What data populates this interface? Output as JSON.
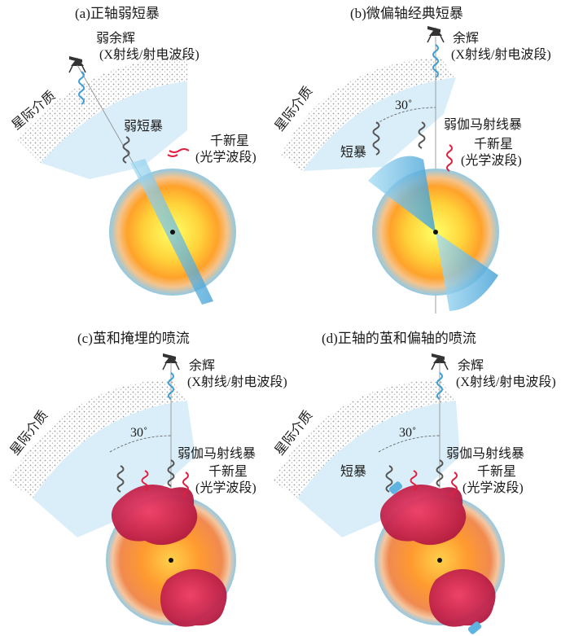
{
  "panels": {
    "a": {
      "title": "(a)正轴弱短暴",
      "afterglow": "弱余辉",
      "band_xradio": "(X射线/射电波段)",
      "ism": "星际介质",
      "burst": "弱短暴",
      "kilonova": "千新星",
      "optical": "(光学波段)"
    },
    "b": {
      "title": "(b)微偏轴经典短暴",
      "afterglow": "余辉",
      "band_xradio": "(X射线/射电波段)",
      "ism": "星际介质",
      "angle": "30˚",
      "grb": "弱伽马射线暴",
      "burst": "短暴",
      "kilonova": "千新星",
      "optical": "(光学波段)"
    },
    "c": {
      "title": "(c)茧和掩埋的喷流",
      "afterglow": "余辉",
      "band_xradio": "(X射线/射电波段)",
      "ism": "星际介质",
      "angle": "30˚",
      "grb": "弱伽马射线暴",
      "kilonova": "千新星",
      "optical": "(光学波段)"
    },
    "d": {
      "title": "(d)正轴的茧和偏轴的喷流",
      "afterglow": "余辉",
      "band_xradio": "(X射线/射电波段)",
      "ism": "星际介质",
      "angle": "30˚",
      "grb": "弱伽马射线暴",
      "burst": "短暴",
      "kilonova": "千新星",
      "optical": "(光学波段)"
    }
  },
  "colors": {
    "ism_dots": "#9a9a9a",
    "shell": "#cde6f4",
    "star_core": "#ffff55",
    "star_mid": "#ffb020",
    "star_edge": "#8fc9e6",
    "jet": "#7cc4e8",
    "cocoon": "#c0204a",
    "wave_blue": "#3f9fd6",
    "wave_gray": "#555555",
    "wave_red": "#e02040"
  },
  "icons": [
    "telescope-icon"
  ]
}
